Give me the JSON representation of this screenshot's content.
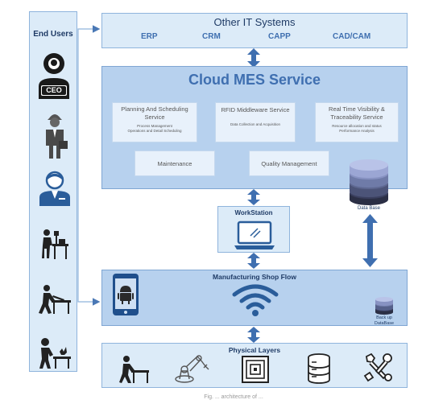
{
  "end_users": {
    "title": "End Users",
    "ceo_label": "CEO"
  },
  "other_it": {
    "title": "Other IT Systems",
    "items": [
      "ERP",
      "CRM",
      "CAPP",
      "CAD/CAM"
    ]
  },
  "cloud_mes": {
    "title": "Cloud MES Service",
    "services": [
      {
        "title": "Planning And Scheduling Service",
        "desc": "Process Management\nOperations and Detail Scheduling"
      },
      {
        "title": "RFID Middleware Service",
        "desc": "Data Collection and Acquisition"
      },
      {
        "title": "Real Time Visibility & Traceability Service",
        "desc": "Resource allocation and status\nPerformance Analysis"
      }
    ],
    "maintenance": "Maintenance",
    "quality": "Quality Management"
  },
  "database": {
    "label": "Data Base"
  },
  "workstation": {
    "title": "WorkStation"
  },
  "shop_flow": {
    "title": "Manufacturing Shop Flow",
    "backup_label": "Back up\nDataBase"
  },
  "physical": {
    "title": "Physical Layers"
  },
  "caption": {
    "text": "Fig. ... architecture of ..."
  },
  "colors": {
    "dark_blue": "#1f3b66",
    "panel_light": "#dcebf8",
    "panel_mid": "#b7d1ee",
    "accent": "#3f6fb0"
  }
}
